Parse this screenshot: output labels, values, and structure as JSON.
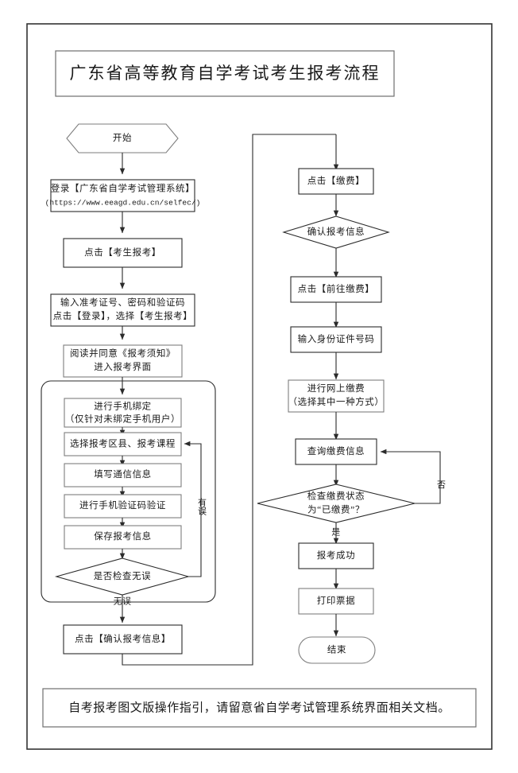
{
  "page": {
    "title": "广东省高等教育自学考试考生报考流程",
    "footer_note": "自考报考图文版操作指引，请留意省自学考试管理系统界面相关文档。",
    "background_color": "#ffffff",
    "line_color": "#2b2b2b"
  },
  "flow": {
    "left_column": {
      "start_terminator": "开始",
      "nodes": [
        {
          "id": "login",
          "line1": "登录【广东省自学考试管理系统】",
          "line2": "(https://www.eeagd.edu.cn/selfec/)"
        },
        {
          "id": "click-candidate-apply",
          "line1": "点击【考生报考】"
        },
        {
          "id": "enter-credentials",
          "line1": "输入准考证号、密码和验证码",
          "line2": "点击【登录】，选择【考生报考】"
        },
        {
          "id": "read-notice",
          "line1": "阅读并同意《报考须知》",
          "line2": "进入报考界面"
        }
      ],
      "group_nodes": [
        {
          "id": "phone-binding",
          "line1": "进行手机绑定",
          "line2": "（仅针对未绑定手机用户）"
        },
        {
          "id": "select-district-course",
          "line1": "选择报考区县、报考课程"
        },
        {
          "id": "fill-contact-info",
          "line1": "填写通信信息"
        },
        {
          "id": "verify-sms-code",
          "line1": "进行手机验证码验证"
        },
        {
          "id": "save-application",
          "line1": "保存报考信息"
        }
      ],
      "decision": {
        "id": "check-no-error",
        "text": "是否检查无误",
        "yes_label": "无误",
        "no_label": "有误"
      },
      "confirm_node": {
        "id": "confirm-application",
        "line1": "点击【确认报考信息】"
      }
    },
    "right_column": {
      "nodes_top": [
        {
          "id": "click-payment",
          "line1": "点击【缴费】"
        }
      ],
      "confirm_decision": {
        "id": "confirm-application-info",
        "text": "确认报考信息"
      },
      "nodes_mid": [
        {
          "id": "click-go-pay",
          "line1": "点击【前往缴费】"
        },
        {
          "id": "enter-id-number",
          "line1": "输入身份证件号码"
        },
        {
          "id": "online-payment",
          "line1": "进行网上缴费",
          "line2": "（选择其中一种方式）"
        },
        {
          "id": "query-payment-info",
          "line1": "查询缴费信息"
        }
      ],
      "payment_decision": {
        "id": "check-payment-status",
        "line1": "检查缴费状态",
        "line2": "为“已缴费”？",
        "yes_label": "是",
        "no_label": "否"
      },
      "nodes_bottom": [
        {
          "id": "application-success",
          "line1": "报考成功"
        },
        {
          "id": "print-receipt",
          "line1": "打印票据"
        }
      ],
      "end_terminator": "结束"
    }
  }
}
